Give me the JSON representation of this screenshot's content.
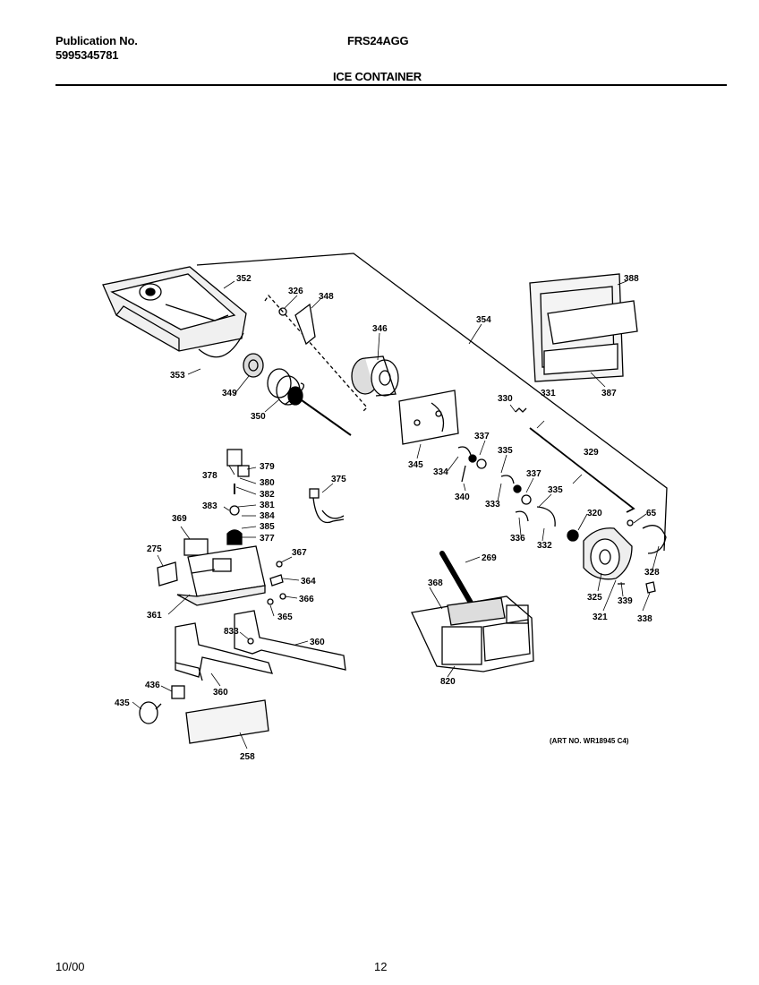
{
  "header": {
    "publication_label": "Publication No.",
    "publication_number": "5995345781",
    "model": "FRS24AGG",
    "section_title": "ICE CONTAINER"
  },
  "diagram": {
    "art_number": "(ART NO. WR18945 C4)",
    "callouts": {
      "c352": "352",
      "c326": "326",
      "c348": "348",
      "c346": "346",
      "c354": "354",
      "c388": "388",
      "c387": "387",
      "c353": "353",
      "c349": "349",
      "c350": "350",
      "c345": "345",
      "c330": "330",
      "c331": "331",
      "c337a": "337",
      "c335a": "335",
      "c329": "329",
      "c334": "334",
      "c340": "340",
      "c333": "333",
      "c337b": "337",
      "c335b": "335",
      "c336": "336",
      "c332": "332",
      "c320": "320",
      "c65": "65",
      "c328": "328",
      "c325": "325",
      "c339": "339",
      "c321": "321",
      "c338": "338",
      "c378": "378",
      "c379": "379",
      "c380": "380",
      "c382": "382",
      "c381": "381",
      "c383": "383",
      "c384": "384",
      "c385": "385",
      "c377": "377",
      "c375": "375",
      "c369": "369",
      "c275": "275",
      "c367": "367",
      "c364": "364",
      "c366": "366",
      "c365": "365",
      "c361": "361",
      "c833": "833",
      "c360a": "360",
      "c360b": "360",
      "c436": "436",
      "c435": "435",
      "c258": "258",
      "c269": "269",
      "c368": "368",
      "c820": "820"
    }
  },
  "footer": {
    "date": "10/00",
    "page": "12"
  }
}
